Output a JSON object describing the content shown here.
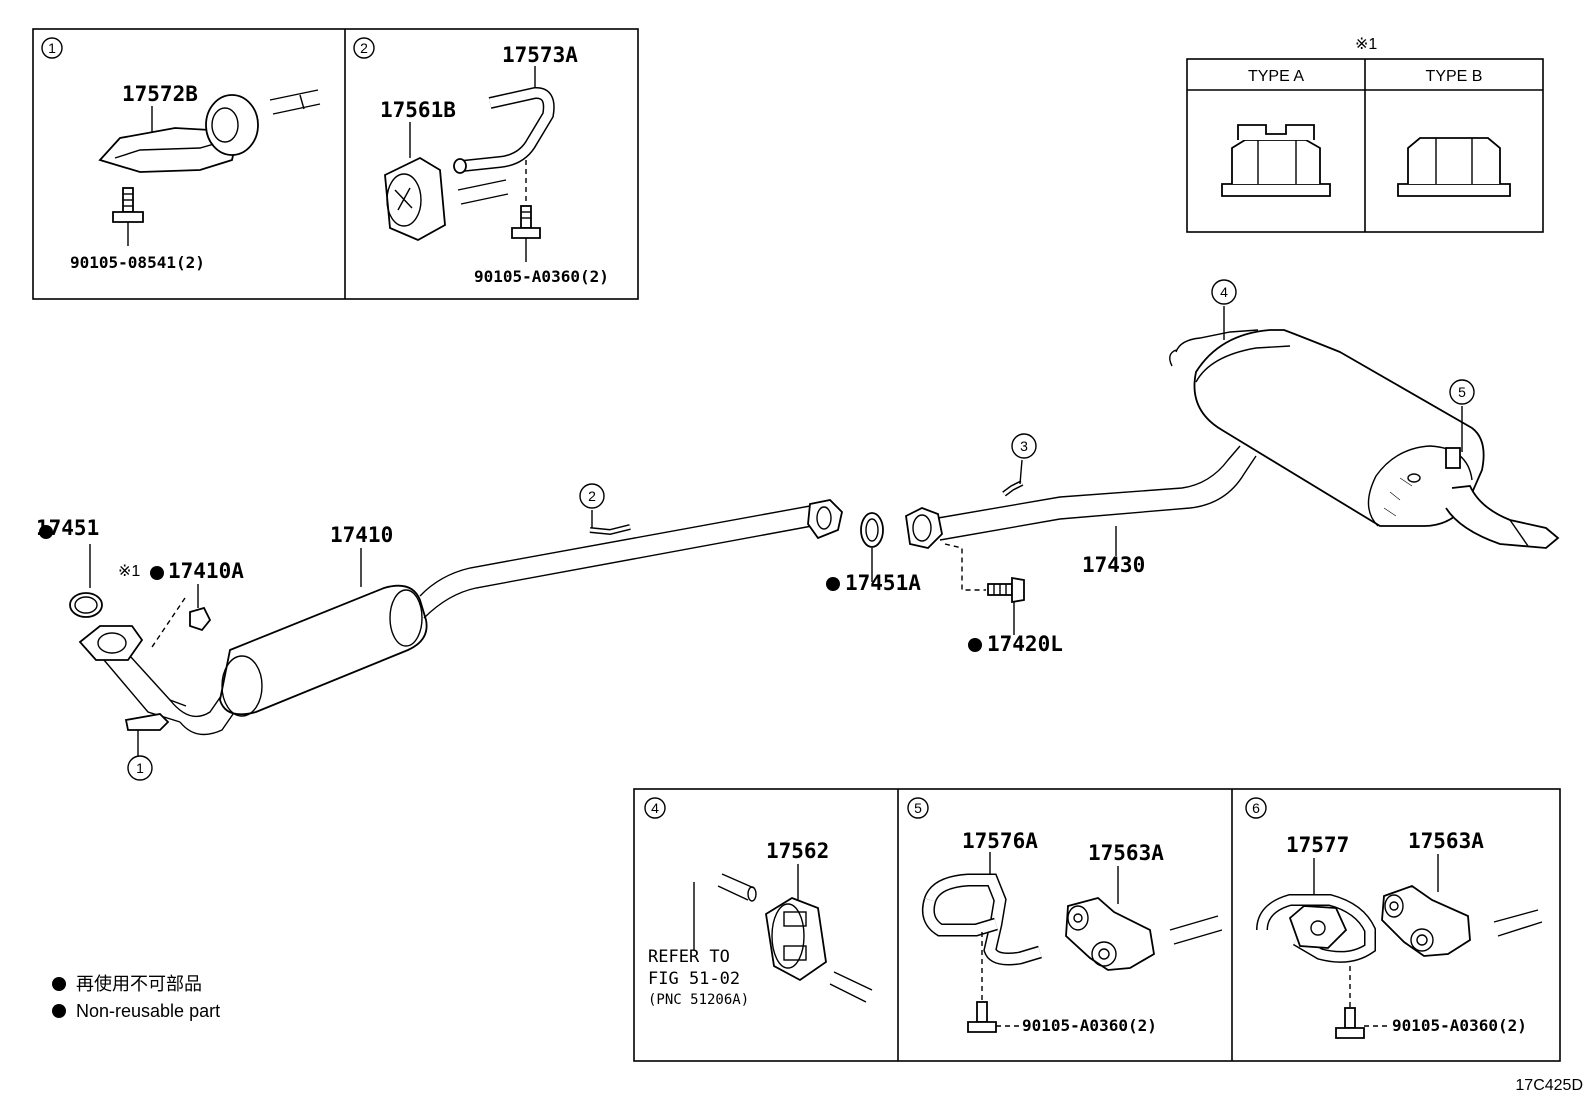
{
  "inset_1": {
    "number": "1",
    "part_a": "17572B",
    "bolt": "90105-08541(2)"
  },
  "inset_2": {
    "number": "2",
    "part_a": "17573A",
    "part_b": "17561B",
    "bolt": "90105-A0360(2)"
  },
  "nut_types": {
    "note_mark": "※1",
    "type_a": "TYPE A",
    "type_b": "TYPE B"
  },
  "main": {
    "gasket_front": "17451",
    "nut_mark": "※1",
    "nut": "17410A",
    "front_pipe": "17410",
    "gasket_center": "17451A",
    "bolt_center": "17420L",
    "tail_pipe": "17430",
    "callout_1": "1",
    "callout_2": "2",
    "callout_3": "3",
    "callout_4": "4",
    "callout_5": "5"
  },
  "inset_4": {
    "number": "4",
    "part": "17562",
    "refer_line1": "REFER TO",
    "refer_line2": "FIG 51-02",
    "refer_line3": "(PNC 51206A)"
  },
  "inset_5": {
    "number": "5",
    "part_a": "17576A",
    "part_b": "17563A",
    "bolt": "90105-A0360(2)"
  },
  "inset_6": {
    "number": "6",
    "part_a": "17577",
    "part_b": "17563A",
    "bolt": "90105-A0360(2)"
  },
  "legend": {
    "line_jp": "再使用不可部品",
    "line_en": "Non-reusable part"
  },
  "figure_code": "17C425D"
}
